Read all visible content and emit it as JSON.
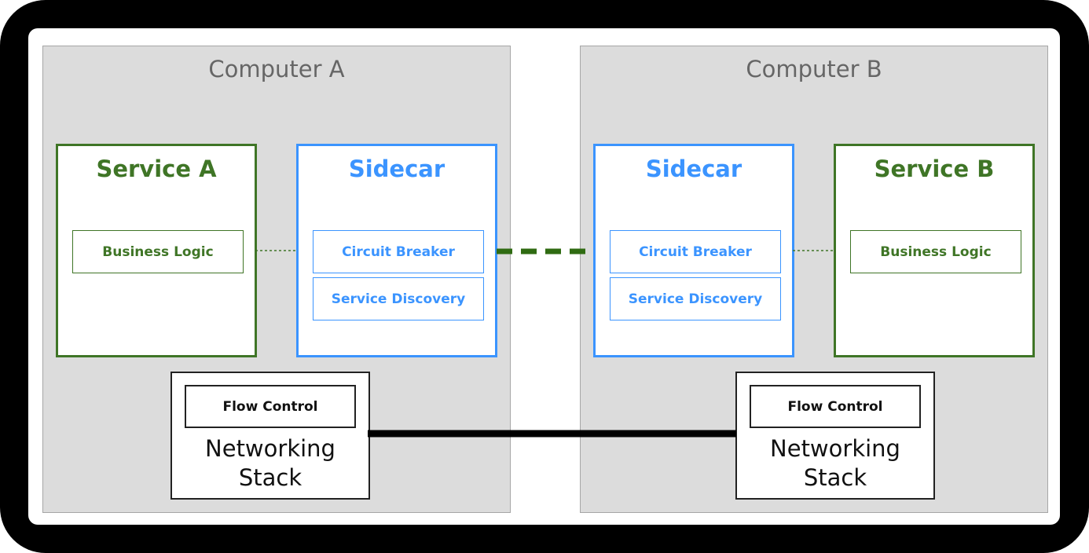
{
  "computer_a": {
    "title": "Computer A",
    "service": {
      "title": "Service A",
      "component": "Business Logic"
    },
    "sidecar": {
      "title": "Sidecar",
      "components": [
        "Circuit Breaker",
        "Service Discovery"
      ]
    },
    "networking": {
      "module": "Flow Control",
      "label_line1": "Networking",
      "label_line2": "Stack"
    }
  },
  "computer_b": {
    "title": "Computer B",
    "service": {
      "title": "Service B",
      "component": "Business Logic"
    },
    "sidecar": {
      "title": "Sidecar",
      "components": [
        "Circuit Breaker",
        "Service Discovery"
      ]
    },
    "networking": {
      "module": "Flow Control",
      "label_line1": "Networking",
      "label_line2": "Stack"
    }
  },
  "colors": {
    "service": "#3f7526",
    "sidecar": "#3b94ff",
    "computer_bg": "#dcdcdc",
    "network_link": "#000000",
    "sidecar_link": "#2f6b12"
  }
}
